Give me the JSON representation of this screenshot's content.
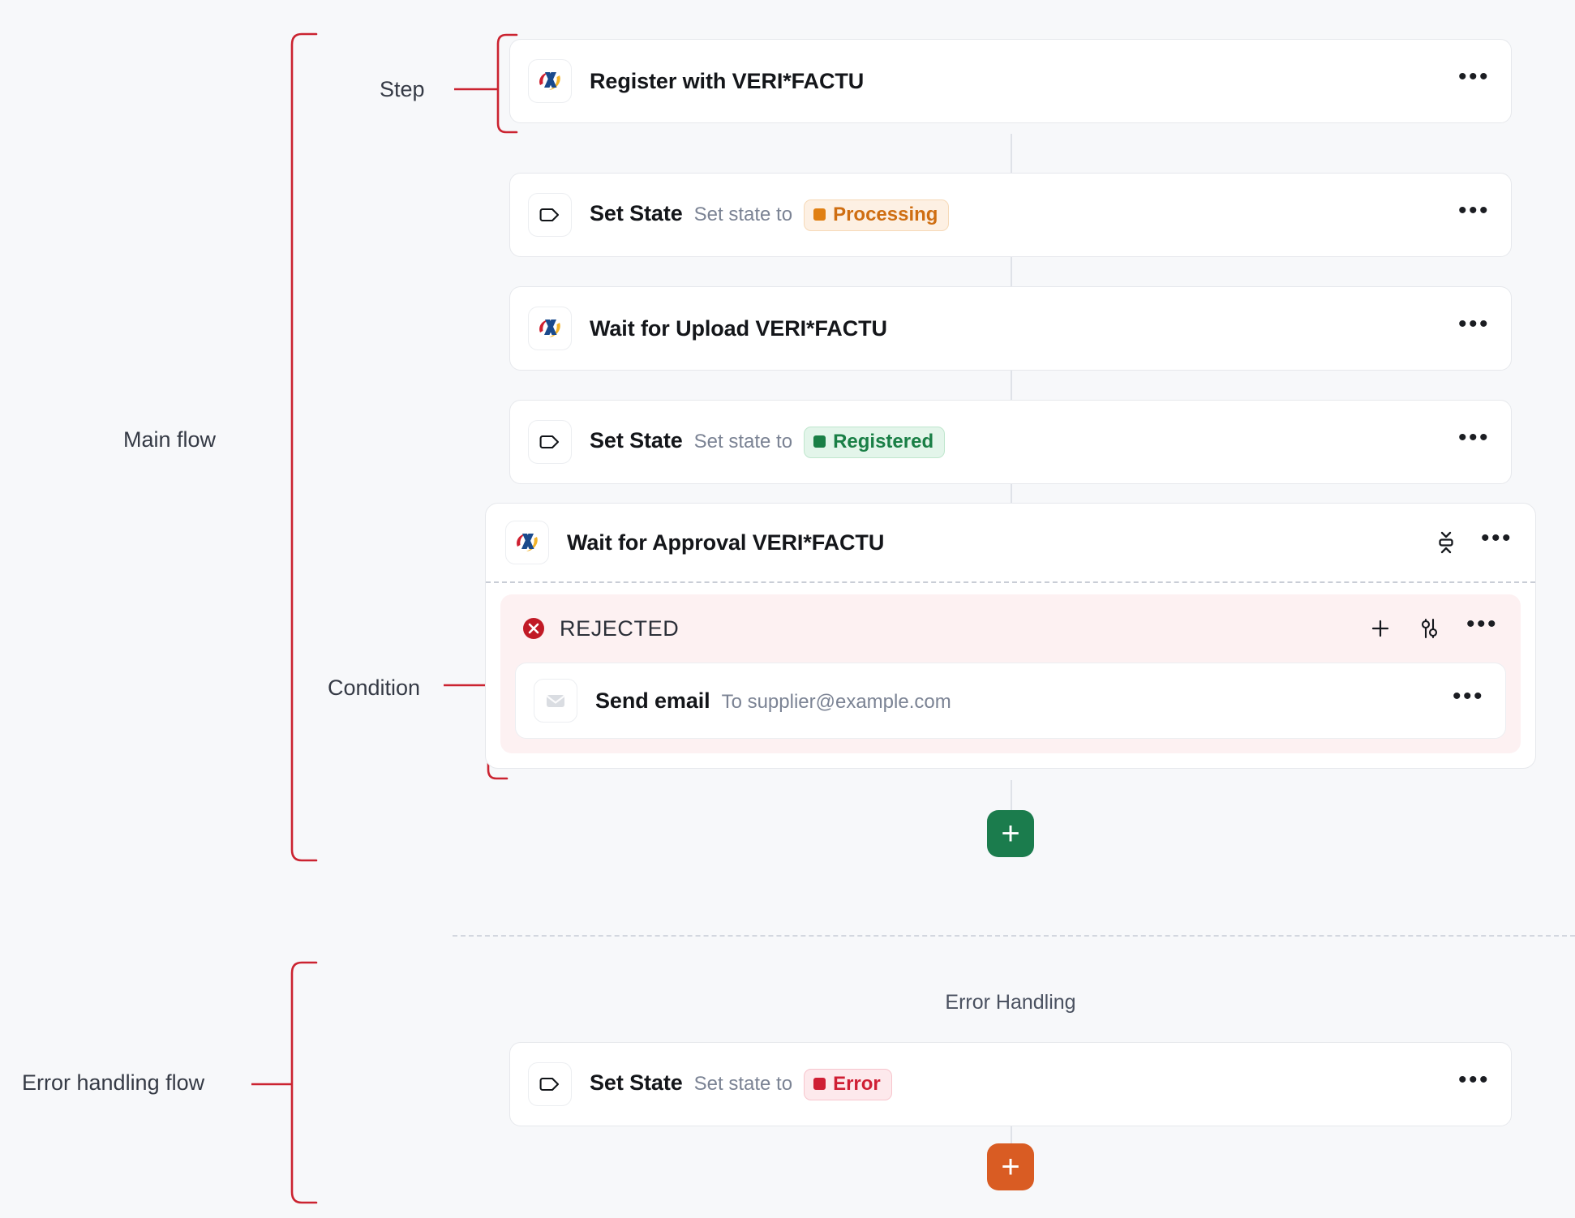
{
  "annotations": {
    "main_flow": "Main flow",
    "step": "Step",
    "condition": "Condition",
    "error_flow": "Error handling flow",
    "bracket_color": "#cb2330"
  },
  "main_flow": {
    "steps": [
      {
        "id": "register",
        "icon": "aeat-verifactu-icon",
        "title": "Register with VERI*FACTU",
        "subtitle": "",
        "menu": "•••"
      },
      {
        "id": "set-state-processing",
        "icon": "tag-icon",
        "title": "Set State",
        "subtitle": "Set state to",
        "badge": {
          "label": "Processing",
          "color": "#cf6e12",
          "dot": "#e07f12",
          "bg": "#fdf0e3",
          "border": "#f6d9b8"
        },
        "menu": "•••"
      },
      {
        "id": "wait-upload",
        "icon": "aeat-verifactu-icon",
        "title": "Wait for Upload VERI*FACTU",
        "subtitle": "",
        "menu": "•••"
      },
      {
        "id": "set-state-registered",
        "icon": "tag-icon",
        "title": "Set State",
        "subtitle": "Set state to",
        "badge": {
          "label": "Registered",
          "color": "#1a7f46",
          "dot": "#1a7f46",
          "bg": "#e3f5ea",
          "border": "#bfe6cd"
        },
        "menu": "•••"
      }
    ],
    "approval_group": {
      "id": "wait-approval",
      "icon": "aeat-verifactu-icon",
      "title": "Wait for Approval VERI*FACTU",
      "collapse_icon": "collapse-vertical-icon",
      "menu": "•••",
      "condition": {
        "status_icon": "circle-x-icon",
        "label": "REJECTED",
        "add_icon": "plus-icon",
        "settings_icon": "sliders-icon",
        "menu": "•••",
        "actions": [
          {
            "id": "send-email",
            "icon": "envelope-icon",
            "title": "Send email",
            "subtitle": "To supplier@example.com",
            "menu": "•••"
          }
        ]
      }
    },
    "add_button": {
      "glyph": "+",
      "color": "#1b7c4d"
    }
  },
  "error_handling": {
    "title": "Error Handling",
    "steps": [
      {
        "id": "set-state-error",
        "icon": "tag-icon",
        "title": "Set State",
        "subtitle": "Set state to",
        "badge": {
          "label": "Error",
          "color": "#cf1f34",
          "dot": "#cf1f34",
          "bg": "#fde9ec",
          "border": "#f7c5cd"
        },
        "menu": "•••"
      }
    ],
    "add_button": {
      "glyph": "+",
      "color": "#d95c23"
    }
  }
}
